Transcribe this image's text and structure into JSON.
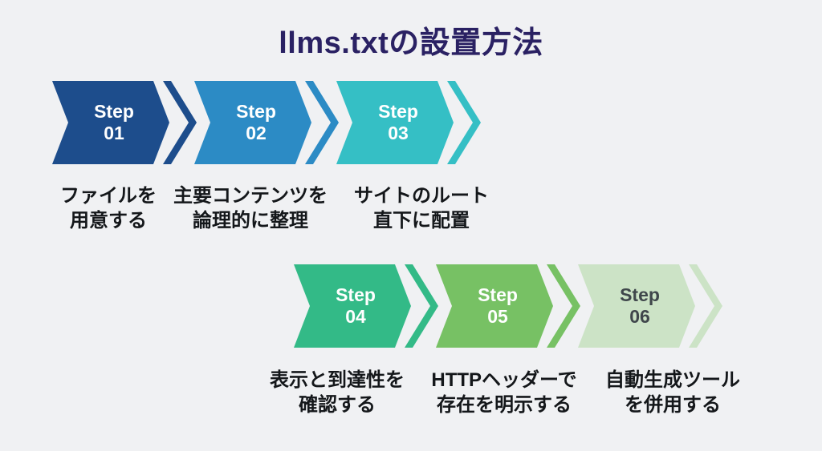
{
  "title": "llms.txtの設置方法",
  "background_color": "#f0f1f3",
  "title_color": "#2a2163",
  "description_color": "#14171a",
  "steps": [
    {
      "label": "Step",
      "number": "01",
      "color": "#1d4d8c",
      "text_color": "#ffffff",
      "description_line1": "ファイルを",
      "description_line2": "用意する"
    },
    {
      "label": "Step",
      "number": "02",
      "color": "#2c8bc5",
      "text_color": "#ffffff",
      "description_line1": "主要コンテンツを",
      "description_line2": "論理的に整理"
    },
    {
      "label": "Step",
      "number": "03",
      "color": "#35bfc5",
      "text_color": "#ffffff",
      "description_line1": "サイトのルート",
      "description_line2": "直下に配置"
    },
    {
      "label": "Step",
      "number": "04",
      "color": "#33ba87",
      "text_color": "#ffffff",
      "description_line1": "表示と到達性を",
      "description_line2": "確認する"
    },
    {
      "label": "Step",
      "number": "05",
      "color": "#77c164",
      "text_color": "#ffffff",
      "description_line1": "HTTPヘッダーで",
      "description_line2": "存在を明示する"
    },
    {
      "label": "Step",
      "number": "06",
      "color": "#cce3c6",
      "text_color": "#3f464b",
      "description_line1": "自動生成ツール",
      "description_line2": "を併用する"
    }
  ]
}
